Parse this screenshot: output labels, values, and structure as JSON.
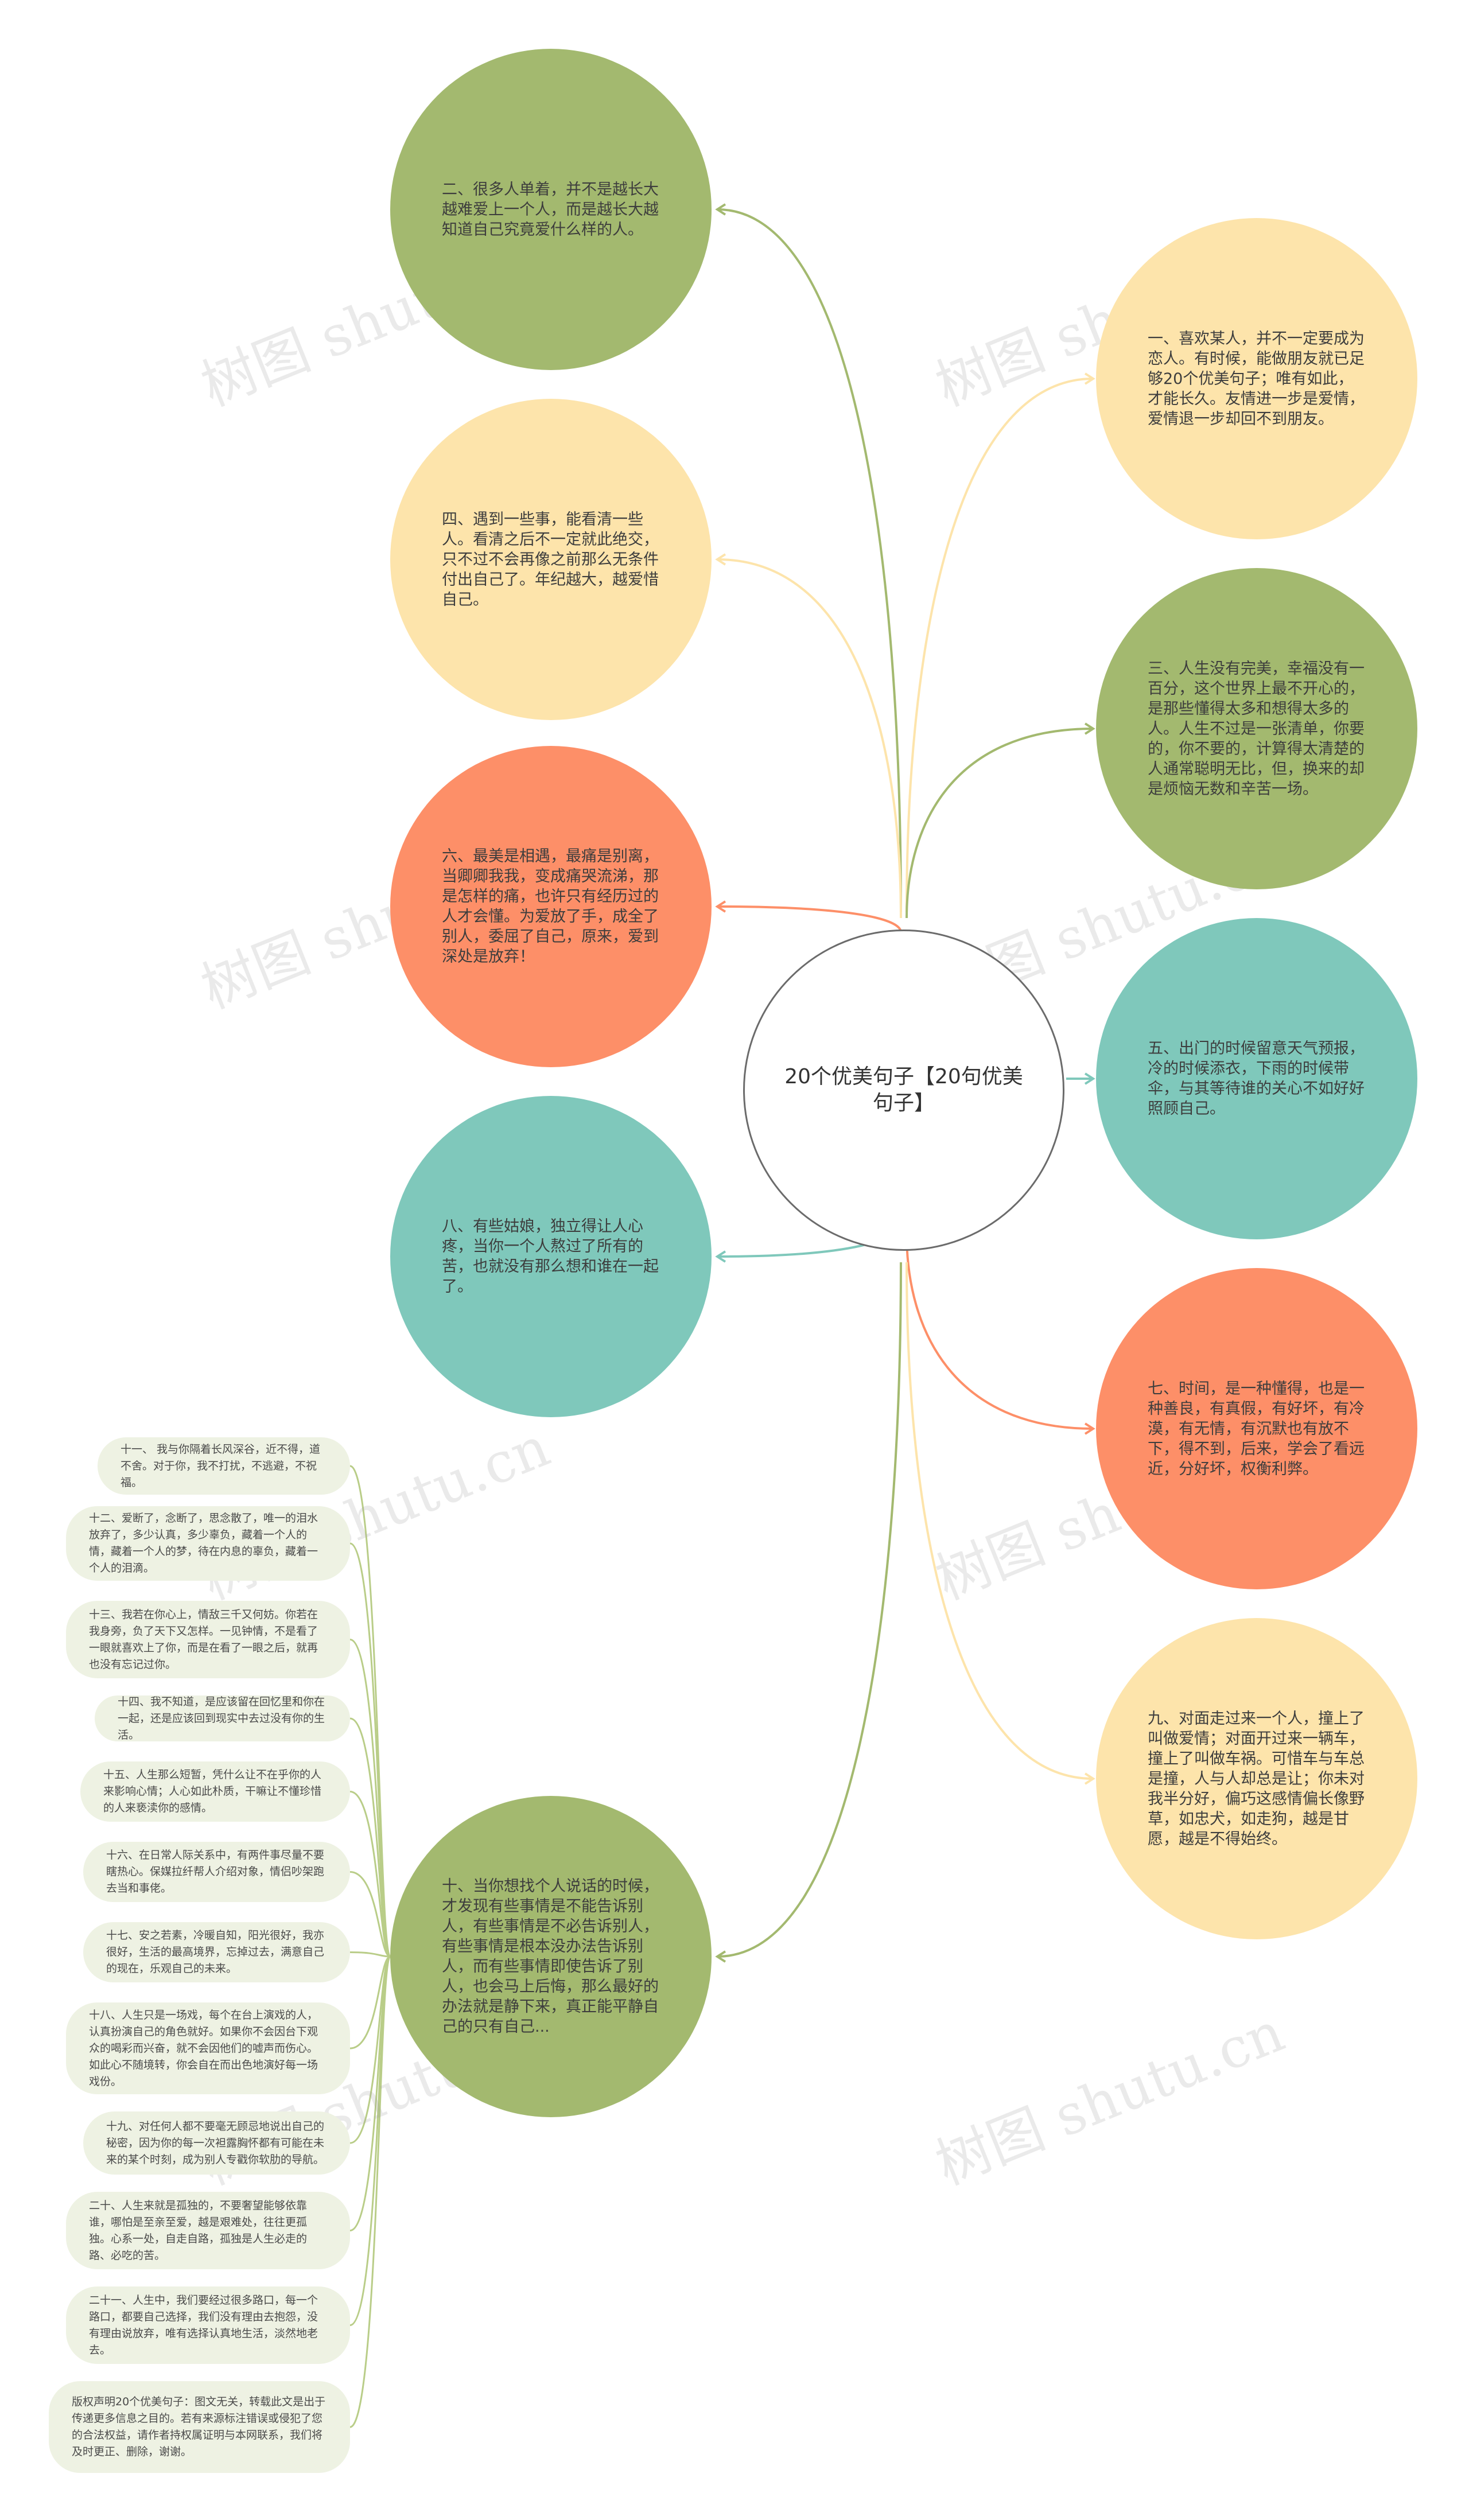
{
  "center": {
    "label": "20个优美句子【20句优美句子】"
  },
  "branches": [
    {
      "label": "二、很多人单着，并不是越长大越难爱上一个人，而是越长大越知道自己究竟爱什么样的人。",
      "color": "#a3b96f"
    },
    {
      "label": "四、遇到一些事，能看清一些人。看清之后不一定就此绝交，只不过不会再像之前那么无条件付出自己了。年纪越大，越爱惜自己。",
      "color": "#fde4ab"
    },
    {
      "label": "六、最美是相遇，最痛是别离，当卿卿我我，变成痛哭流涕，那是怎样的痛，也许只有经历过的人才会懂。为爱放了手，成全了别人，委屈了自己，原来，爱到深处是放弃！",
      "color": "#fd8f68"
    },
    {
      "label": "八、有些姑娘，独立得让人心疼，当你一个人熬过了所有的苦，也就没有那么想和谁在一起了。",
      "color": "#7fc8bb"
    },
    {
      "label": "十、当你想找个人说话的时候，才发现有些事情是不能告诉别人，有些事情是不必告诉别人，有些事情是根本没办法告诉别人，而有些事情即使告诉了别人，也会马上后悔，那么最好的办法就是静下来，真正能平静自己的只有自己...",
      "color": "#a3b96f"
    },
    {
      "label": "一、喜欢某人，并不一定要成为恋人。有时候，能做朋友就已足够20个优美句子；唯有如此，才能长久。友情进一步是爱情，爱情退一步却回不到朋友。",
      "color": "#fde4ab"
    },
    {
      "label": "三、人生没有完美，幸福没有一百分，这个世界上最不开心的，是那些懂得太多和想得太多的人。人生不过是一张清单，你要的，你不要的，计算得太清楚的人通常聪明无比，但，换来的却是烦恼无数和辛苦一场。",
      "color": "#a3b96f"
    },
    {
      "label": "五、出门的时候留意天气预报，冷的时候添衣，下雨的时候带伞，与其等待谁的关心不如好好照顾自己。",
      "color": "#7fc8bb"
    },
    {
      "label": "七、时间，是一种懂得，也是一种善良，有真假，有好坏，有冷漠，有无情，有沉默也有放不下，得不到，后来，学会了看远近，分好坏，权衡利弊。",
      "color": "#fd8f68"
    },
    {
      "label": "九、对面走过来一个人，撞上了叫做爱情；对面开过来一辆车，撞上了叫做车祸。可惜车与车总是撞，人与人却总是让；你未对我半分好，偏巧这感情偏长像野草，如忠犬，如走狗，越是甘愿，越是不得始终。",
      "color": "#fde4ab"
    }
  ],
  "leaves": [
    {
      "label": "十一、 我与你隔着长风深谷，近不得，道不舍。对于你，我不打扰，不逃避，不祝福。"
    },
    {
      "label": "十二、爱断了，念断了，思念散了，唯一的泪水放弃了，多少认真，多少辜负，藏着一个人的情，藏着一个人的梦，待在内息的辜负，藏着一个人的泪滴。"
    },
    {
      "label": "十三、我若在你心上，情敌三千又何妨。你若在我身旁，负了天下又怎样。一见钟情，不是看了一眼就喜欢上了你，而是在看了一眼之后，就再也没有忘记过你。"
    },
    {
      "label": "十四、我不知道，是应该留在回忆里和你在一起，还是应该回到现实中去过没有你的生活。"
    },
    {
      "label": "十五、人生那么短暂，凭什么让不在乎你的人来影响心情；人心如此朴质，干嘛让不懂珍惜的人来亵渎你的感情。"
    },
    {
      "label": "十六、在日常人际关系中，有两件事尽量不要瞎热心。保媒拉纤帮人介绍对象，情侣吵架跑去当和事佬。"
    },
    {
      "label": "十七、安之若素，冷暖自知，阳光很好，我亦很好，生活的最高境界，忘掉过去，满意自己的现在，乐观自己的未来。"
    },
    {
      "label": "十八、人生只是一场戏，每个在台上演戏的人，认真扮演自己的角色就好。如果你不会因台下观众的喝彩而兴奋，就不会因他们的嘘声而伤心。如此心不随境转，你会自在而出色地演好每一场戏份。"
    },
    {
      "label": "十九、对任何人都不要毫无顾忌地说出自己的秘密，因为你的每一次袒露胸怀都有可能在未来的某个时刻，成为别人专戳你软肋的导航。"
    },
    {
      "label": "二十、人生来就是孤独的，不要奢望能够依靠谁，哪怕是至亲至爱，越是艰难处，往往更孤独。心系一处，自走自路，孤独是人生必走的路、必吃的苦。"
    },
    {
      "label": "二十一、人生中，我们要经过很多路口，每一个路口，都要自己选择，我们没有理由去抱怨，没有理由说放弃，唯有选择认真地生活，淡然地老去。"
    },
    {
      "label": "版权声明20个优美句子：图文无关，转载此文是出于传递更多信息之目的。若有来源标注错误或侵犯了您的合法权益，请作者持权属证明与本网联系，我们将及时更正、删除，谢谢。"
    }
  ],
  "watermark": "树图 shutu.cn"
}
